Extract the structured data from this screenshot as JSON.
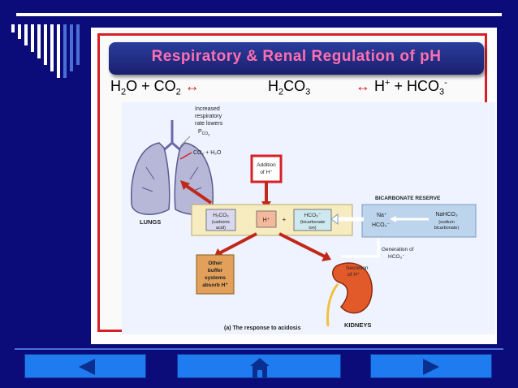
{
  "slide": {
    "title": "Respiratory & Renal Regulation of pH",
    "equation": {
      "left": [
        "H",
        "2",
        "O + CO",
        "2"
      ],
      "middle": [
        "H",
        "2",
        "CO",
        "3"
      ],
      "right": [
        "H",
        "+",
        " + HCO",
        "3",
        "-"
      ],
      "arrow": "↔"
    }
  },
  "diagram": {
    "lungs": {
      "label": "LUNGS",
      "note_lines": [
        "Increased",
        "respiratory",
        "rate lowers"
      ],
      "pco2": [
        "P",
        "CO",
        "2"
      ],
      "products": "CO₂ + H₂O"
    },
    "addition": [
      "Addition",
      "of H⁺"
    ],
    "carbonic": [
      "H₂CO₃",
      "(carbonic",
      "acid)"
    ],
    "hplus": "H⁺",
    "plus": "+",
    "bicarb_ion": [
      "HCO₃⁻",
      "(bicarbonate",
      "ion)"
    ],
    "reserve": {
      "heading": "BICARBONATE RESERVE",
      "left": [
        "Na⁺",
        "HCO₃⁻"
      ],
      "right": [
        "NaHCO₃",
        "(sodium",
        "bicarbonate)"
      ]
    },
    "generation": [
      "Generation of",
      "HCO₃⁻"
    ],
    "buffer": [
      "Other",
      "buffer",
      "systems",
      "absorb H⁺"
    ],
    "secretion": [
      "Secretion",
      "of H⁺"
    ],
    "kidneys": "KIDNEYS",
    "caption": "(a) The response to acidosis"
  },
  "nav": {
    "colors": {
      "button": "#1e7cf0",
      "icon": "#0b2f8f"
    },
    "buttons": [
      "previous-icon",
      "home-icon",
      "next-icon"
    ]
  }
}
